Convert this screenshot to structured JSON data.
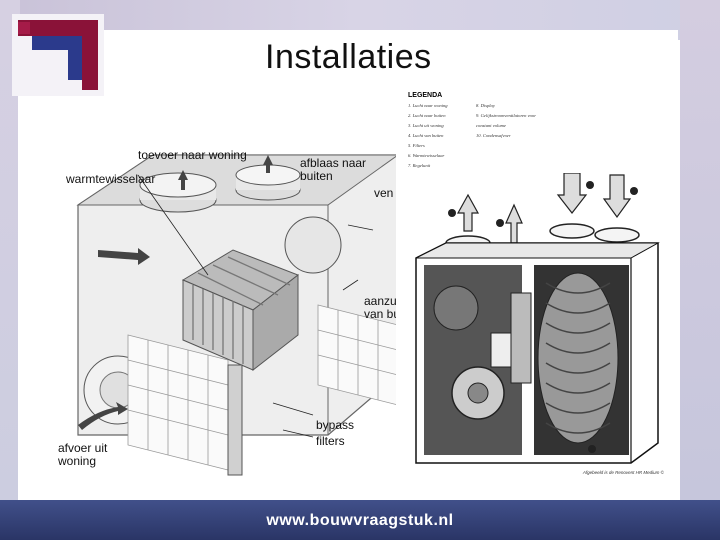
{
  "title": "Installaties",
  "footer": {
    "url": "www.bouwvraagstuk.nl"
  },
  "left_diagram": {
    "labels": {
      "toevoer": "toevoer naar woning",
      "afblaas": "afblaas naar\nbuiten",
      "warmtewisselaar": "warmtewisselaar",
      "ventilator": "ven",
      "aanzuig": "aanzu\nvan bu",
      "bypass": "bypass",
      "filters": "filters",
      "afvoer": "afvoer uit\nwoning"
    }
  },
  "right_diagram": {
    "legend_title": "LEGENDA",
    "legend_left": [
      "1.  Lucht naar woning",
      "2.  Lucht naar buiten",
      "3.  Lucht uit woning",
      "4.  Lucht van buiten",
      "5.  Filters",
      "6.  Warmtewisselaar",
      "7.  Regelunit"
    ],
    "legend_right": [
      "8.  Display",
      "9.  Gelijkstroomventilatoren voor",
      "     constant volume",
      "10. Condensafvoer"
    ],
    "credit": "Afgebeeld is de Renovent HR Medium ©"
  },
  "colors": {
    "footer": "#2f3b73",
    "logo_red": "#8a1238",
    "logo_blue": "#2b3a8c"
  }
}
